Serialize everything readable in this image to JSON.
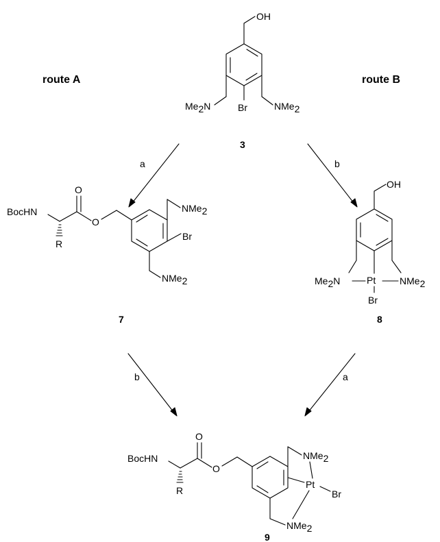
{
  "routes": {
    "left_label": "route A",
    "right_label": "route B"
  },
  "compounds": {
    "c3": {
      "number": "3",
      "oh": "OH",
      "br": "Br",
      "left_amine": "Me",
      "left_amine_sub": "2",
      "left_amine_n": "N",
      "right_amine": "NMe",
      "right_amine_sub": "2"
    },
    "c7": {
      "number": "7",
      "boc": "BocHN",
      "r": "R",
      "carbonyl_o": "O",
      "ester_o": "O",
      "br": "Br",
      "top_amine": "NMe",
      "top_amine_sub": "2",
      "bottom_amine": "NMe",
      "bottom_amine_sub": "2"
    },
    "c8": {
      "number": "8",
      "oh": "OH",
      "pt": "Pt",
      "br": "Br",
      "left_amine": "Me",
      "left_amine_sub": "2",
      "left_amine_n": "N",
      "right_amine": "NMe",
      "right_amine_sub": "2"
    },
    "c9": {
      "number": "9",
      "boc": "BocHN",
      "r": "R",
      "carbonyl_o": "O",
      "ester_o": "O",
      "pt": "Pt",
      "br": "Br",
      "top_amine": "NMe",
      "top_amine_sub": "2",
      "bottom_amine": "NMe",
      "bottom_amine_sub": "2"
    }
  },
  "arrows": {
    "a1_label": "a",
    "b1_label": "b",
    "b2_label": "b",
    "a2_label": "a"
  }
}
